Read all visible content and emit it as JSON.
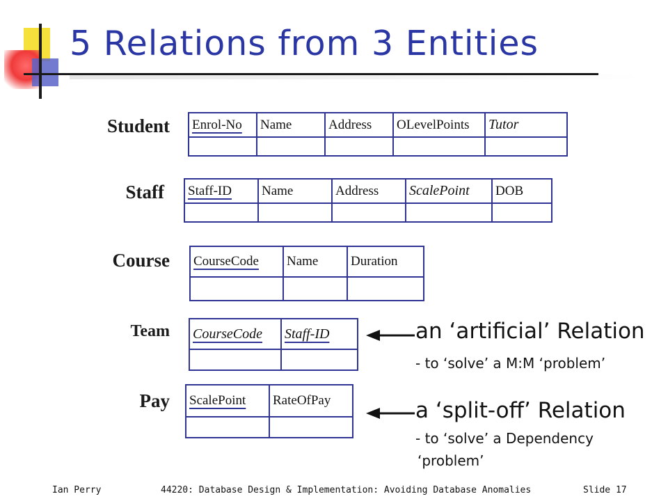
{
  "title": "5 Relations from 3 Entities",
  "relations": {
    "student": {
      "name": "Student",
      "attributes": [
        "Enrol-No",
        "Name",
        "Address",
        "OLevelPoints",
        "Tutor"
      ]
    },
    "staff": {
      "name": "Staff",
      "attributes": [
        "Staff-ID",
        "Name",
        "Address",
        "ScalePoint",
        "DOB"
      ]
    },
    "course": {
      "name": "Course",
      "attributes": [
        "CourseCode",
        "Name",
        "Duration"
      ]
    },
    "team": {
      "name": "Team",
      "attributes": [
        "CourseCode",
        "Staff-ID"
      ]
    },
    "pay": {
      "name": "Pay",
      "attributes": [
        "ScalePoint",
        "RateOfPay"
      ]
    }
  },
  "notes": {
    "team": {
      "main": "an ‘artificial’ Relation",
      "sub": "- to ‘solve’ a M:M ‘problem’"
    },
    "pay": {
      "main": "a ‘split-off’ Relation",
      "sub1": "- to ‘solve’ a Dependency",
      "sub2": "‘problem’"
    }
  },
  "footer": {
    "author": "Ian Perry",
    "course": "44220: Database Design & Implementation: Avoiding Database Anomalies",
    "slide": "Slide 17"
  }
}
